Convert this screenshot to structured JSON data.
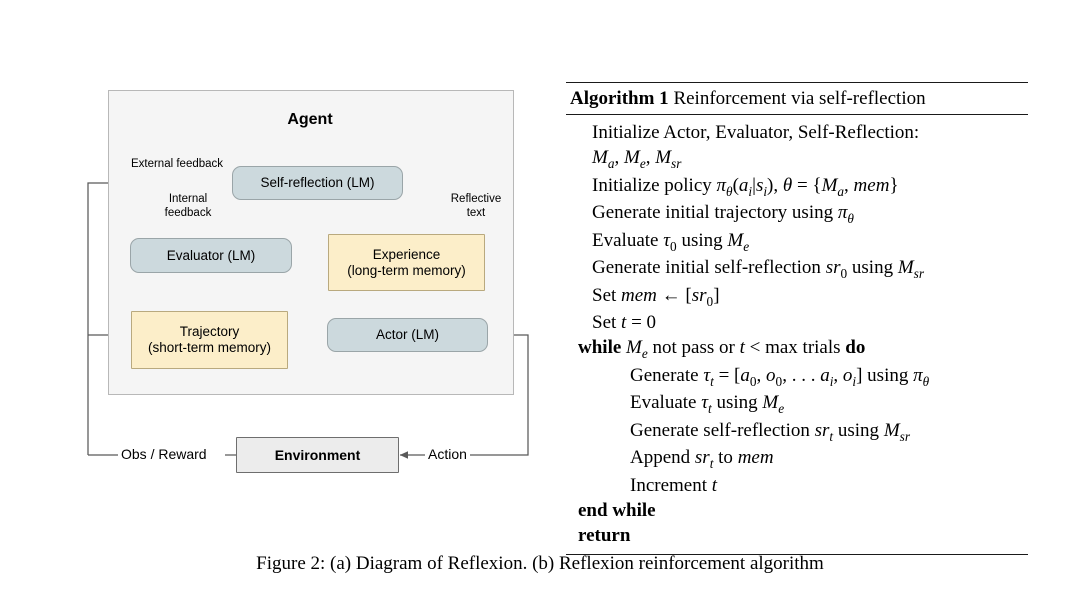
{
  "figure": {
    "caption": "Figure 2: (a) Diagram of Reflexion. (b) Reflexion reinforcement algorithm"
  },
  "diagram": {
    "container_title": "Agent",
    "nodes": [
      {
        "id": "self-reflection",
        "label": "Self-reflection (LM)",
        "sublabel": "",
        "style": "blue-rounded"
      },
      {
        "id": "evaluator",
        "label": "Evaluator (LM)",
        "sublabel": "",
        "style": "blue-rounded"
      },
      {
        "id": "experience",
        "label": "Experience",
        "sublabel": "(long-term memory)",
        "style": "cream"
      },
      {
        "id": "trajectory",
        "label": "Trajectory",
        "sublabel": "(short-term memory)",
        "style": "cream"
      },
      {
        "id": "actor",
        "label": "Actor (LM)",
        "sublabel": "",
        "style": "blue-rounded"
      },
      {
        "id": "environment",
        "label": "Environment",
        "sublabel": "",
        "style": "grey"
      }
    ],
    "edge_labels": [
      {
        "id": "external-feedback",
        "line1": "External feedback",
        "line2": ""
      },
      {
        "id": "internal-feedback",
        "line1": "Internal",
        "line2": "feedback"
      },
      {
        "id": "reflective-text",
        "line1": "Reflective",
        "line2": "text"
      },
      {
        "id": "obs-reward",
        "line1": "Obs / Reward",
        "line2": ""
      },
      {
        "id": "action",
        "line1": "Action",
        "line2": ""
      }
    ],
    "colors": {
      "box_blue": "#ccd9dd",
      "box_blue_border": "#9aa5a8",
      "box_cream": "#fceec9",
      "box_cream_border": "#b9a97e",
      "box_grey": "#ececec",
      "box_grey_border": "#6e6e6e",
      "agent_bg": "#f5f5f5",
      "agent_border": "#b8b8b8",
      "edge": "#595959"
    }
  },
  "algorithm": {
    "number_label": "Algorithm 1",
    "title": "Reinforcement via self-reflection",
    "lines": [
      {
        "id": "l1",
        "indent": 0,
        "text": "Initialize Actor, Evaluator, Self-Reflection:"
      },
      {
        "id": "l2",
        "indent": 0,
        "text": "Ma, Me, Msr"
      },
      {
        "id": "l3",
        "indent": 0,
        "text": "Initialize policy πθ(ai|si), θ = {Ma, mem}"
      },
      {
        "id": "l4",
        "indent": 0,
        "text": "Generate initial trajectory using πθ"
      },
      {
        "id": "l5",
        "indent": 0,
        "text": "Evaluate τ0 using Me"
      },
      {
        "id": "l6",
        "indent": 0,
        "text": "Generate initial self-reflection sr0 using Msr"
      },
      {
        "id": "l7",
        "indent": 0,
        "text": "Set mem ← [sr0]"
      },
      {
        "id": "l8",
        "indent": 0,
        "text": "Set t = 0"
      },
      {
        "id": "l9",
        "indent": 1,
        "text": "while Me not pass or t < max trials do"
      },
      {
        "id": "l10",
        "indent": 2,
        "text": "Generate τt = [a0, o0, . . . ai, oi] using πθ"
      },
      {
        "id": "l11",
        "indent": 2,
        "text": "Evaluate τt using Me"
      },
      {
        "id": "l12",
        "indent": 2,
        "text": "Generate self-reflection srt using Msr"
      },
      {
        "id": "l13",
        "indent": 2,
        "text": "Append srt to mem"
      },
      {
        "id": "l14",
        "indent": 2,
        "text": "Increment t"
      },
      {
        "id": "l15",
        "indent": 1,
        "text": "end while"
      },
      {
        "id": "l16",
        "indent": 1,
        "text": "return"
      }
    ]
  }
}
